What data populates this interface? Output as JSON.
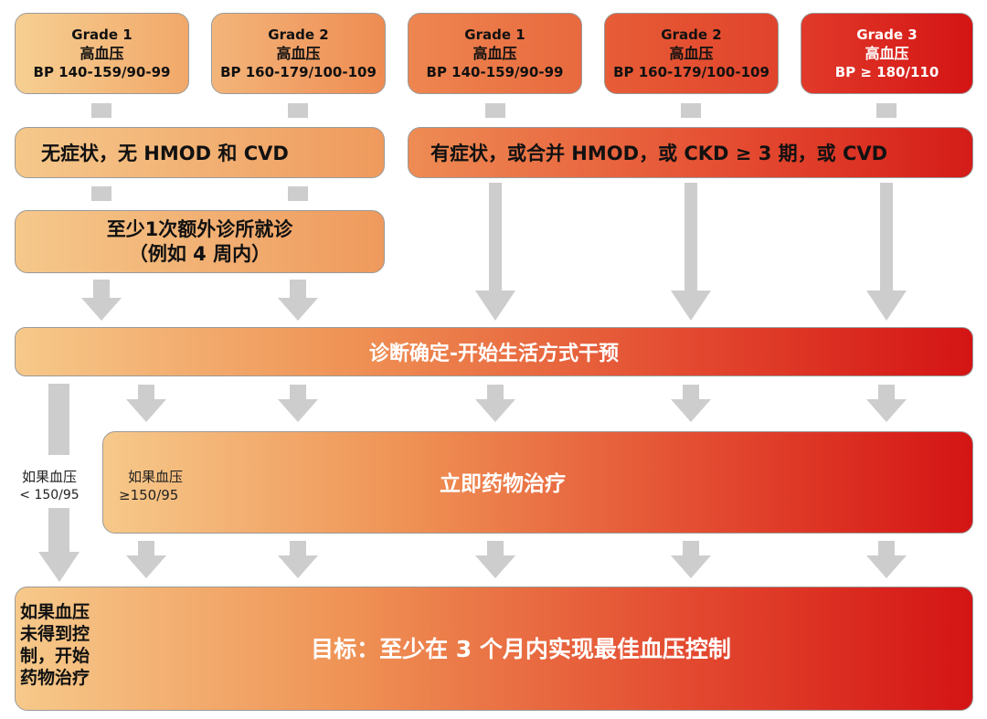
{
  "grade_boxes": [
    {
      "grade": "Grade 1",
      "type": "高血压",
      "bp": "BP 140-159/90-99"
    },
    {
      "grade": "Grade 2",
      "type": "高血压",
      "bp": "BP 160-179/100-109"
    },
    {
      "grade": "Grade 1",
      "type": "高血压",
      "bp": "BP 140-159/90-99"
    },
    {
      "grade": "Grade 2",
      "type": "高血压",
      "bp": "BP 160-179/100-109"
    },
    {
      "grade": "Grade 3",
      "type": "高血压",
      "bp": "BP ≥ 180/110"
    }
  ],
  "no_symptoms": "无症状，无 HMOD 和 CVD",
  "with_symptoms": "有症状，或合并  HMOD，或 CKD ≥ 3 期，或 CVD",
  "extra_visit": {
    "line1": "至少1次额外诊所就诊",
    "line2": "（例如 4 周内）"
  },
  "diagnosis_bar": "诊断确定-开始生活方式干预",
  "if_below": {
    "line1": "如果血压",
    "line2": "< 150/95"
  },
  "if_above": {
    "line1": "如果血压",
    "line2": "≥150/95"
  },
  "immediate_treatment": "立即药物治疗",
  "if_not_controlled": {
    "line1": "如果血压",
    "line2": "未得到控",
    "line3": "制，开始",
    "line4": "药物治疗"
  },
  "goal": "目标：至少在 3 个月内实现最佳血压控制",
  "colors": {
    "orange_light": "#f6c98a",
    "orange": "#ee8a4e",
    "red": "#e0312b",
    "red_dark": "#d41414",
    "arrow_gray": "#cdcdcd"
  }
}
